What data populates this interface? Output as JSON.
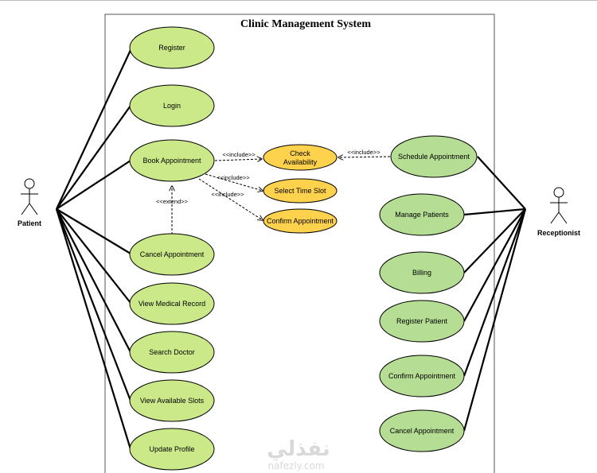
{
  "system": {
    "title": "Clinic Management System"
  },
  "actors": {
    "patient": {
      "label": "Patient"
    },
    "receptionist": {
      "label": "Receptionist"
    }
  },
  "patient_use_cases": [
    {
      "label": "Register"
    },
    {
      "label": "Login"
    },
    {
      "label": "Book Appointment"
    },
    {
      "label": "Cancel Appointment"
    },
    {
      "label": "View Medical Record"
    },
    {
      "label": "Search Doctor"
    },
    {
      "label": "View Available Slots"
    },
    {
      "label": "Update Profile"
    }
  ],
  "included_use_cases": [
    {
      "label_line1": "Check",
      "label_line2": "Availability"
    },
    {
      "label": "Select Time Slot"
    },
    {
      "label": "Confirm Appointment"
    }
  ],
  "receptionist_use_cases": [
    {
      "label": "Schedule Appointment"
    },
    {
      "label": "Manage Patients"
    },
    {
      "label": "Billing"
    },
    {
      "label": "Register Patient"
    },
    {
      "label": "Confirm Appointment"
    },
    {
      "label": "Cancel Appointment"
    }
  ],
  "relations": {
    "include1": "<<include>>",
    "include2": "<<include>>",
    "include3": "<<include>>",
    "include4": "<<include>>",
    "extend": "<<extend>>"
  },
  "watermark": {
    "arabic": "نفذلي",
    "latin": "nafezly.com"
  },
  "colors": {
    "green_use_case": "#cce98a",
    "green_use_case_right": "#b5de94",
    "yellow_use_case": "#ffd24d",
    "stroke": "#000000"
  }
}
